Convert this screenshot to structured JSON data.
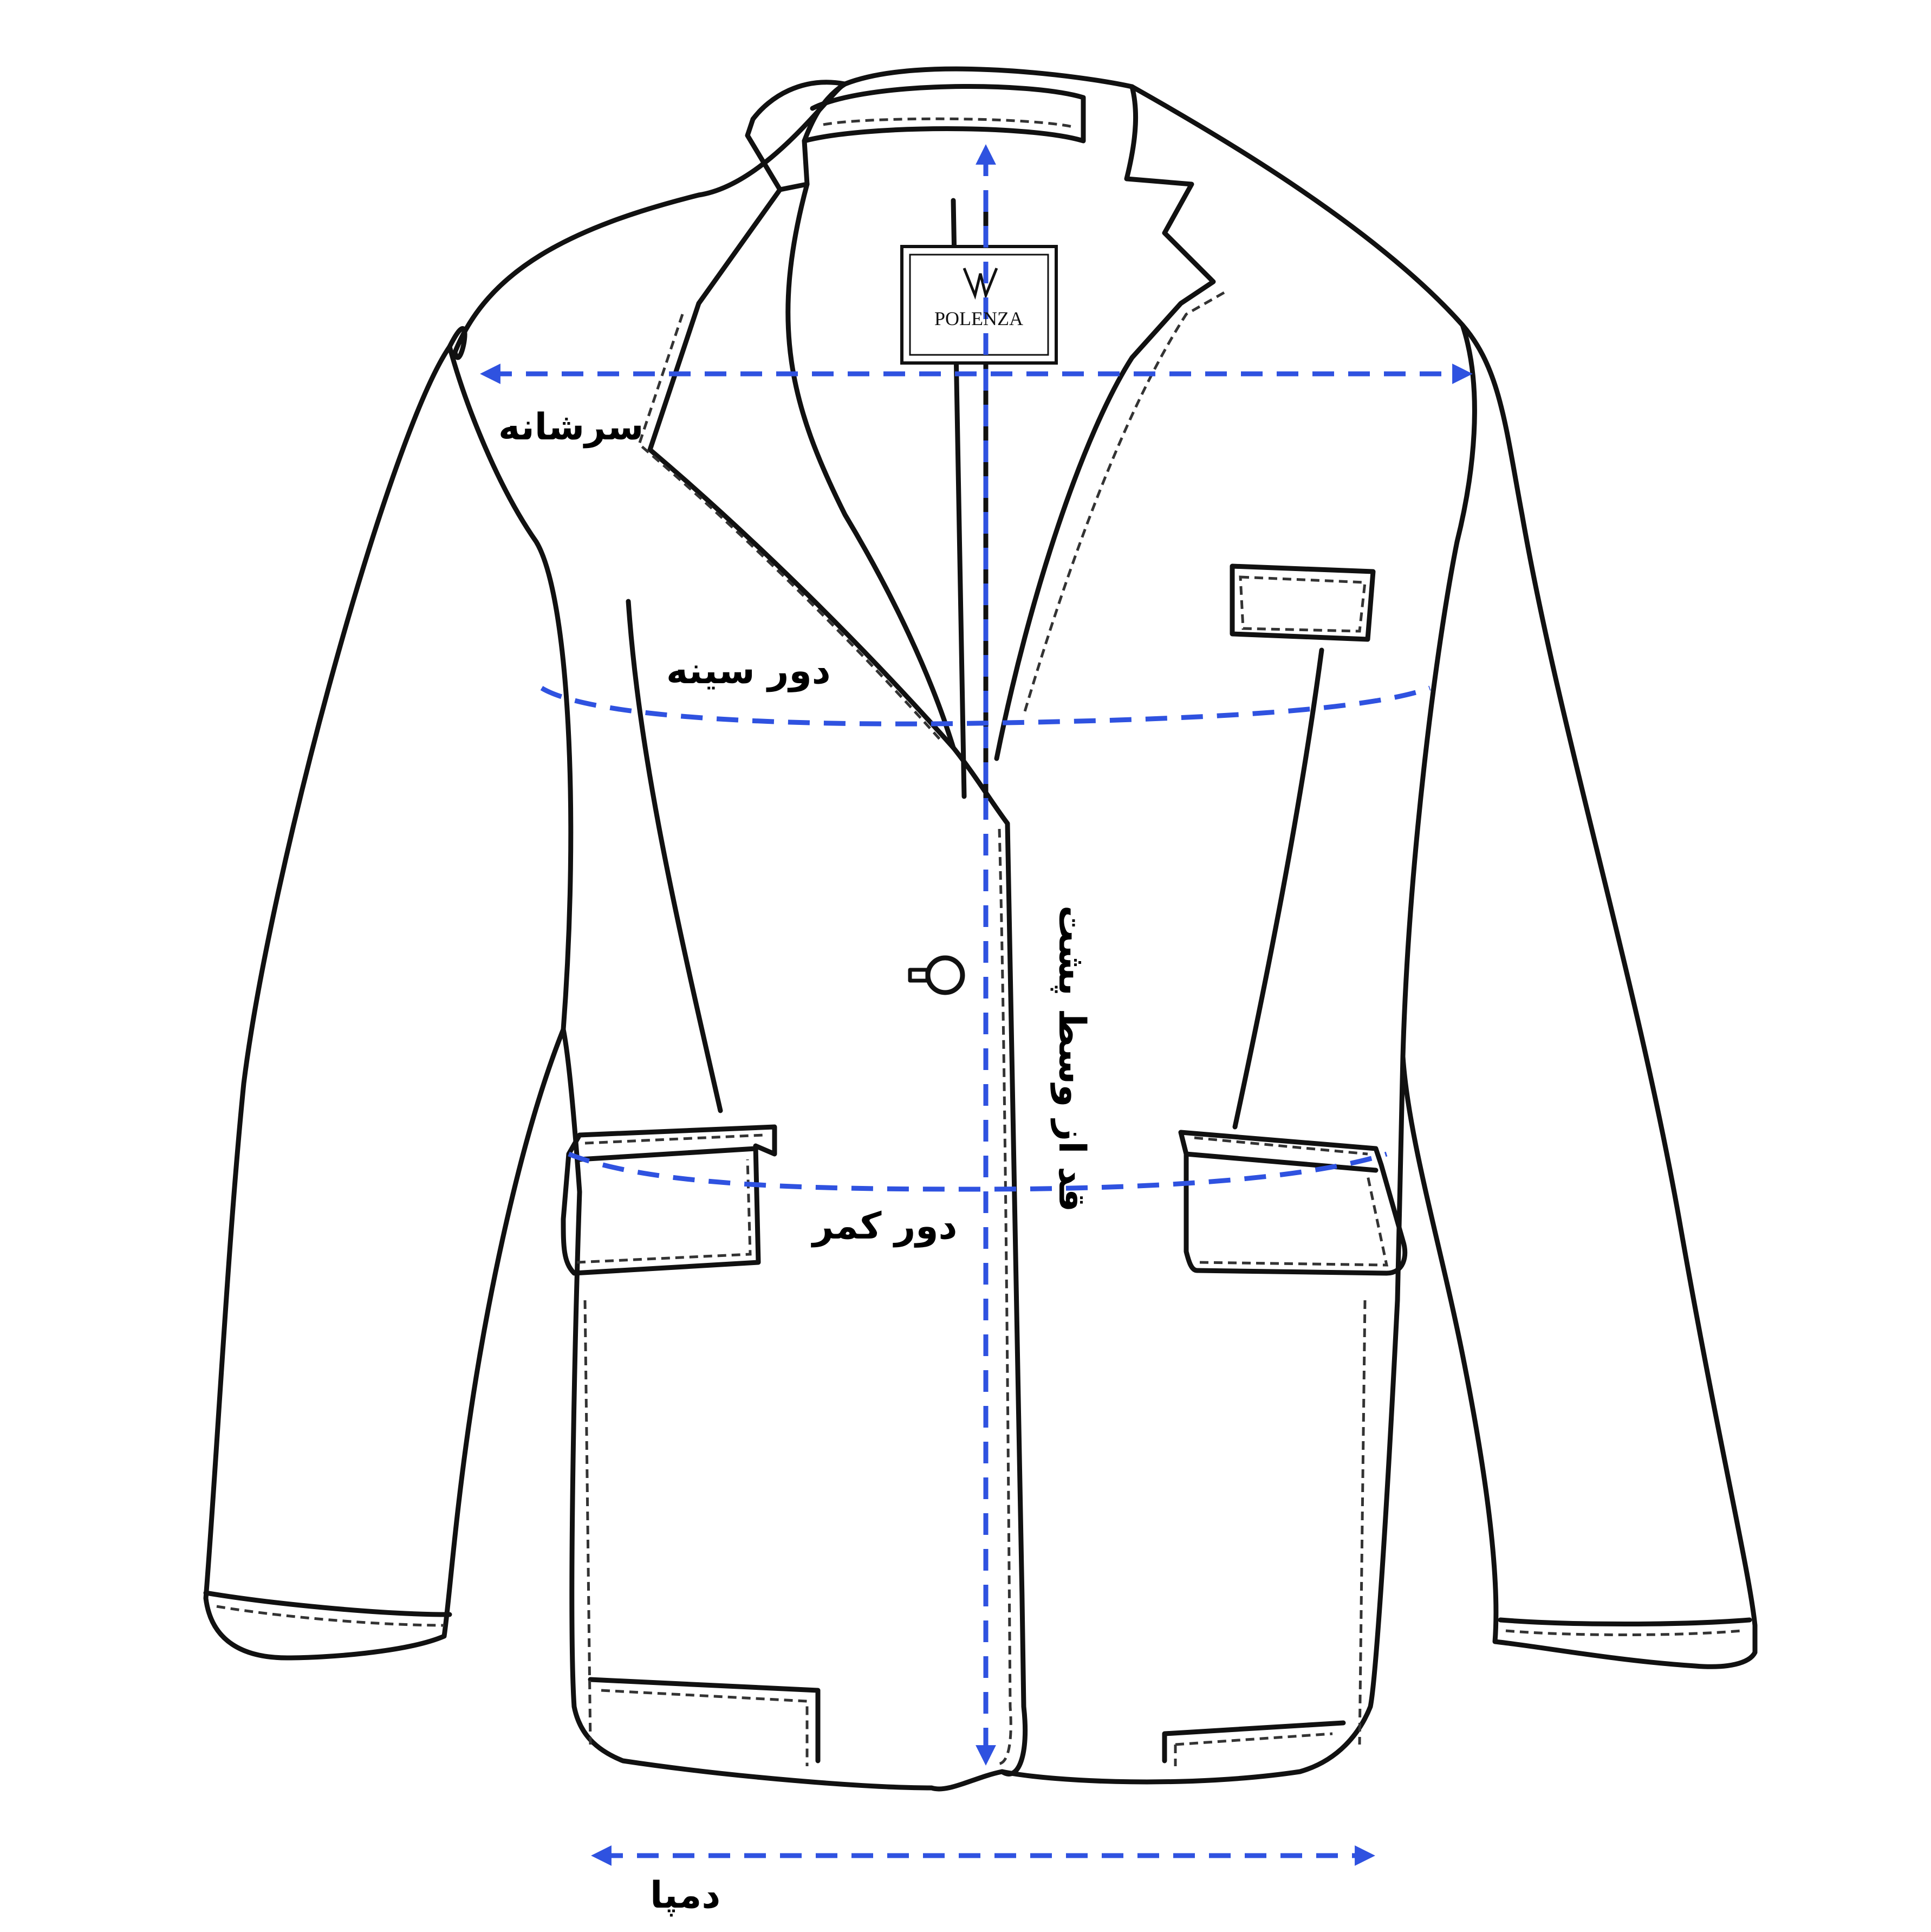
{
  "brand": {
    "name": "POLENZA",
    "sub": ""
  },
  "colors": {
    "measure": "#2f52e0",
    "outline": "#111111"
  },
  "labels": {
    "shoulder": "سرشانه",
    "chest": "دور سینه",
    "waist": "دور کمر",
    "length": "قد از وسط پشت",
    "hem": "دمپا"
  }
}
